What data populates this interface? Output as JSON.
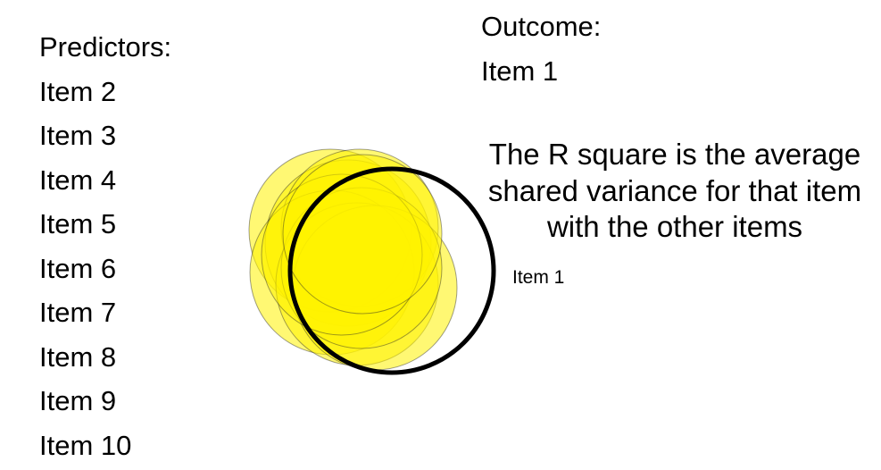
{
  "predictors": {
    "title": "Predictors:",
    "items": [
      "Item 2",
      "Item 3",
      "Item 4",
      "Item 5",
      "Item 6",
      "Item 7",
      "Item 8",
      "Item 9",
      "Item 10"
    ]
  },
  "outcome": {
    "title": "Outcome:",
    "item": "Item 1"
  },
  "explanation": "The R square is the average shared variance for that item with the other items",
  "diagram": {
    "outcome_circle_label": "Item 1",
    "predictor_circle_fill": "#fff200",
    "outcome_circle_stroke": "#000000"
  }
}
